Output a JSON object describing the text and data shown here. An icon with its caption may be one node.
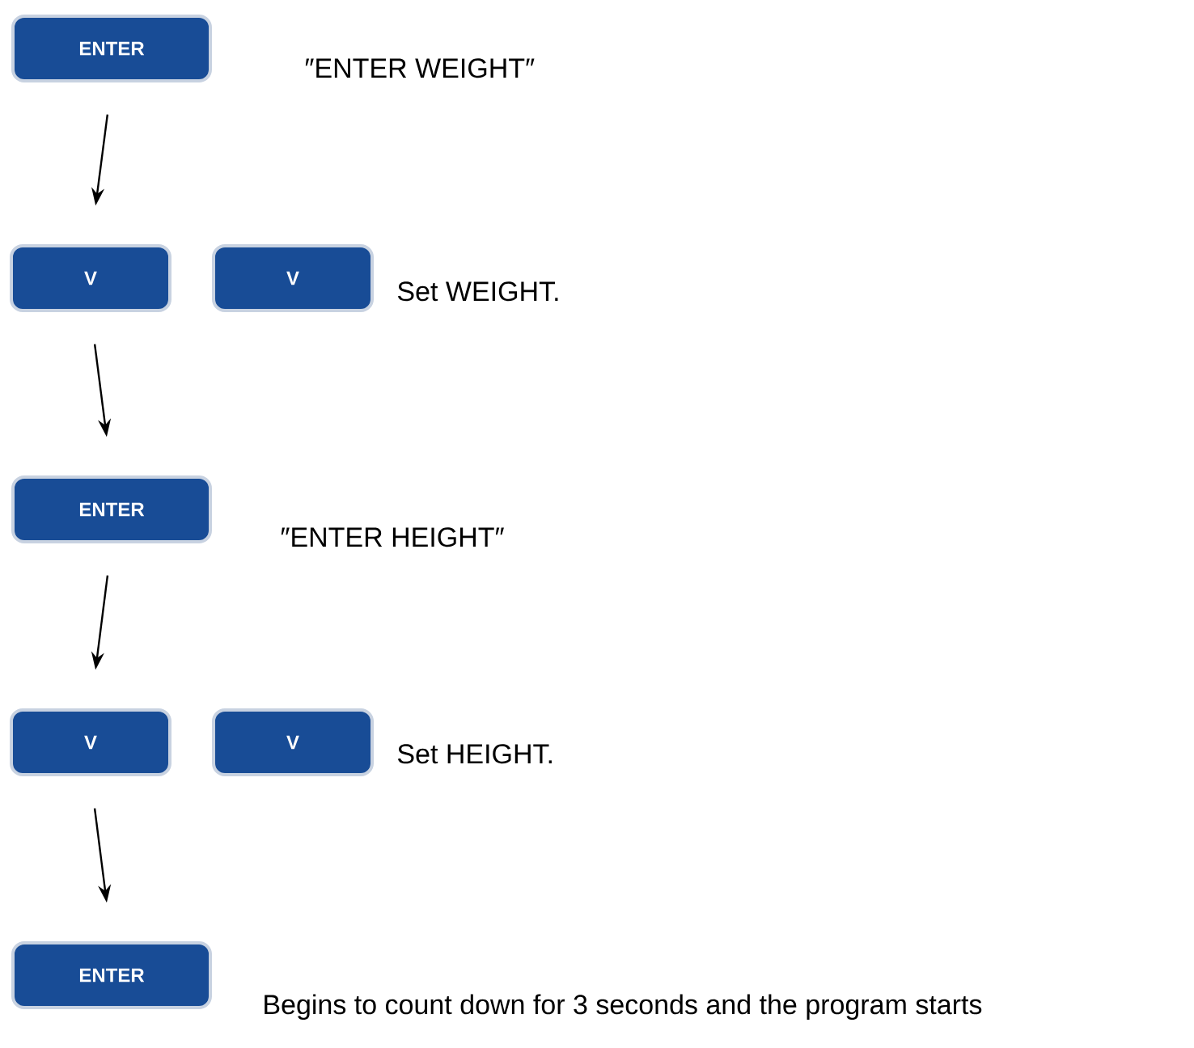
{
  "diagram": {
    "nodes": [
      {
        "text": [
          "ENTER"
        ],
        "beside": [
          "″ENTER WEIGHT″"
        ]
      },
      {
        "text": [
          "V"
        ]
      },
      {
        "text": [
          "V"
        ],
        "beside": [
          "Set WEIGHT."
        ]
      },
      {
        "text": [
          "ENTER"
        ],
        "beside": [
          "″ENTER HEIGHT″"
        ]
      },
      {
        "text": [
          "V"
        ]
      },
      {
        "text": [
          "V"
        ],
        "beside": [
          "Set HEIGHT."
        ]
      },
      {
        "text": [
          "ENTER"
        ],
        "beside": [
          "Begins to count down for 3 seconds and the program starts"
        ]
      }
    ],
    "edges": [
      {
        "from": 0,
        "to": 1,
        "arrow": "to"
      },
      {
        "from": 1,
        "to": 3,
        "arrow": "to"
      },
      {
        "from": 3,
        "to": 4,
        "arrow": "to"
      },
      {
        "from": 4,
        "to": 6,
        "arrow": "to"
      }
    ]
  }
}
